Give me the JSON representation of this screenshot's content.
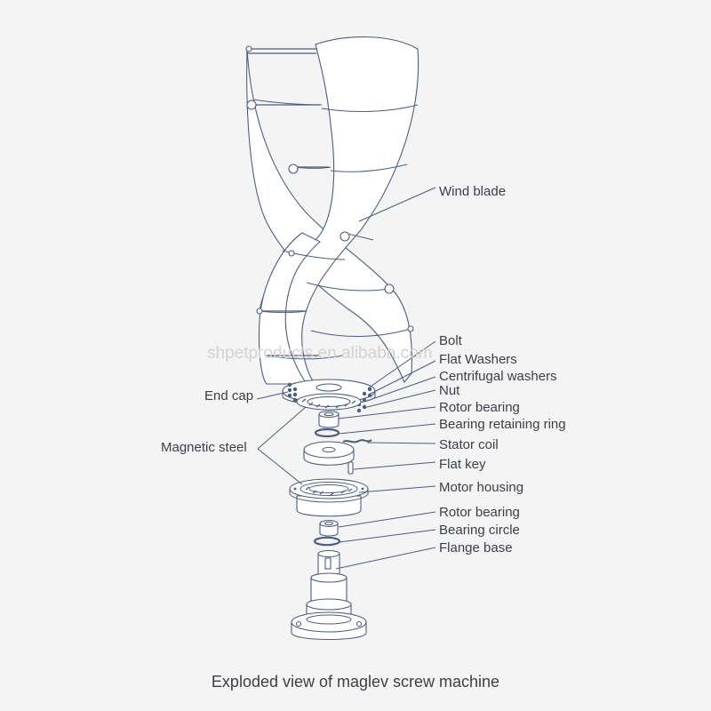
{
  "caption": "Exploded view of maglev screw machine",
  "watermark": "shpetproducts.en.alibaba.com",
  "labels": {
    "wind_blade": "Wind blade",
    "bolt": "Bolt",
    "flat_washers": "Flat Washers",
    "centrifugal_washers": "Centrifugal washers",
    "nut": "Nut",
    "rotor_bearing_upper": "Rotor bearing",
    "bearing_retaining_ring": "Bearing retaining ring",
    "stator_coil": "Stator coil",
    "flat_key": "Flat key",
    "motor_housing": "Motor housing",
    "rotor_bearing_lower": "Rotor bearing",
    "bearing_circle": "Bearing circle",
    "flange_base": "Flange base",
    "end_cap": "End cap",
    "magnetic_steel": "Magnetic steel"
  },
  "colors": {
    "line": "#4b5d80",
    "text": "#3a3f47",
    "background": "#f4f4f4",
    "watermark": "#d2d2d2"
  }
}
